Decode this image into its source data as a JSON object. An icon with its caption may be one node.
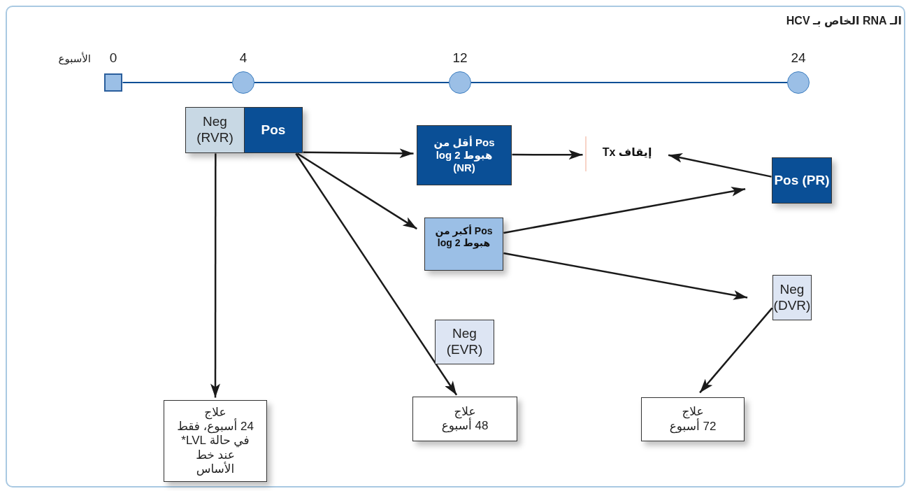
{
  "diagram": {
    "title": "الـ RNA الخاص بـ HCV",
    "nodes": [
      {
        "text": [
          "0"
        ]
      },
      {
        "text": [
          "4"
        ]
      },
      {
        "text": [
          "12"
        ]
      },
      {
        "text": [
          "24"
        ]
      },
      {
        "text": [
          "Neg (RVR)"
        ]
      },
      {
        "text": [
          "Pos"
        ]
      },
      {
        "text": [
          "Pos أقل من هبوط 2 log (NR)"
        ]
      },
      {
        "text": [
          "إيقاف Tx"
        ]
      },
      {
        "text": [
          "Pos (PR)"
        ]
      },
      {
        "text": [
          "Pos أكبر من هبوط 2 log"
        ]
      },
      {
        "text": [
          "Neg (DVR)"
        ]
      },
      {
        "text": [
          "Neg (EVR)"
        ]
      },
      {
        "text": [
          "علاج",
          "24 أسبوع، فقط في حالة LVL* عند خط الأساس"
        ]
      },
      {
        "text": [
          "علاج",
          "48 أسبوع"
        ]
      },
      {
        "text": [
          "علاج",
          "72 أسبوع"
        ]
      }
    ],
    "edges": [
      {
        "from": 0,
        "to": 1,
        "arrow": "none",
        "color": "#0a4f96"
      },
      {
        "from": 1,
        "to": 2,
        "arrow": "none",
        "color": "#0a4f96"
      },
      {
        "from": 2,
        "to": 3,
        "arrow": "none",
        "color": "#0a4f96"
      },
      {
        "from": 5,
        "to": 6,
        "arrow": "to"
      },
      {
        "from": 6,
        "to": 7,
        "arrow": "to"
      },
      {
        "from": 5,
        "to": 9,
        "arrow": "to"
      },
      {
        "from": 5,
        "to": 13,
        "arrow": "to"
      },
      {
        "from": 4,
        "to": 12,
        "arrow": "to"
      },
      {
        "from": 9,
        "to": 8,
        "arrow": "to"
      },
      {
        "from": 8,
        "to": 7,
        "arrow": "to"
      },
      {
        "from": 9,
        "to": 10,
        "arrow": "to"
      },
      {
        "from": 10,
        "to": 14,
        "arrow": "to"
      }
    ],
    "labels": [
      "الأسبوع"
    ]
  }
}
